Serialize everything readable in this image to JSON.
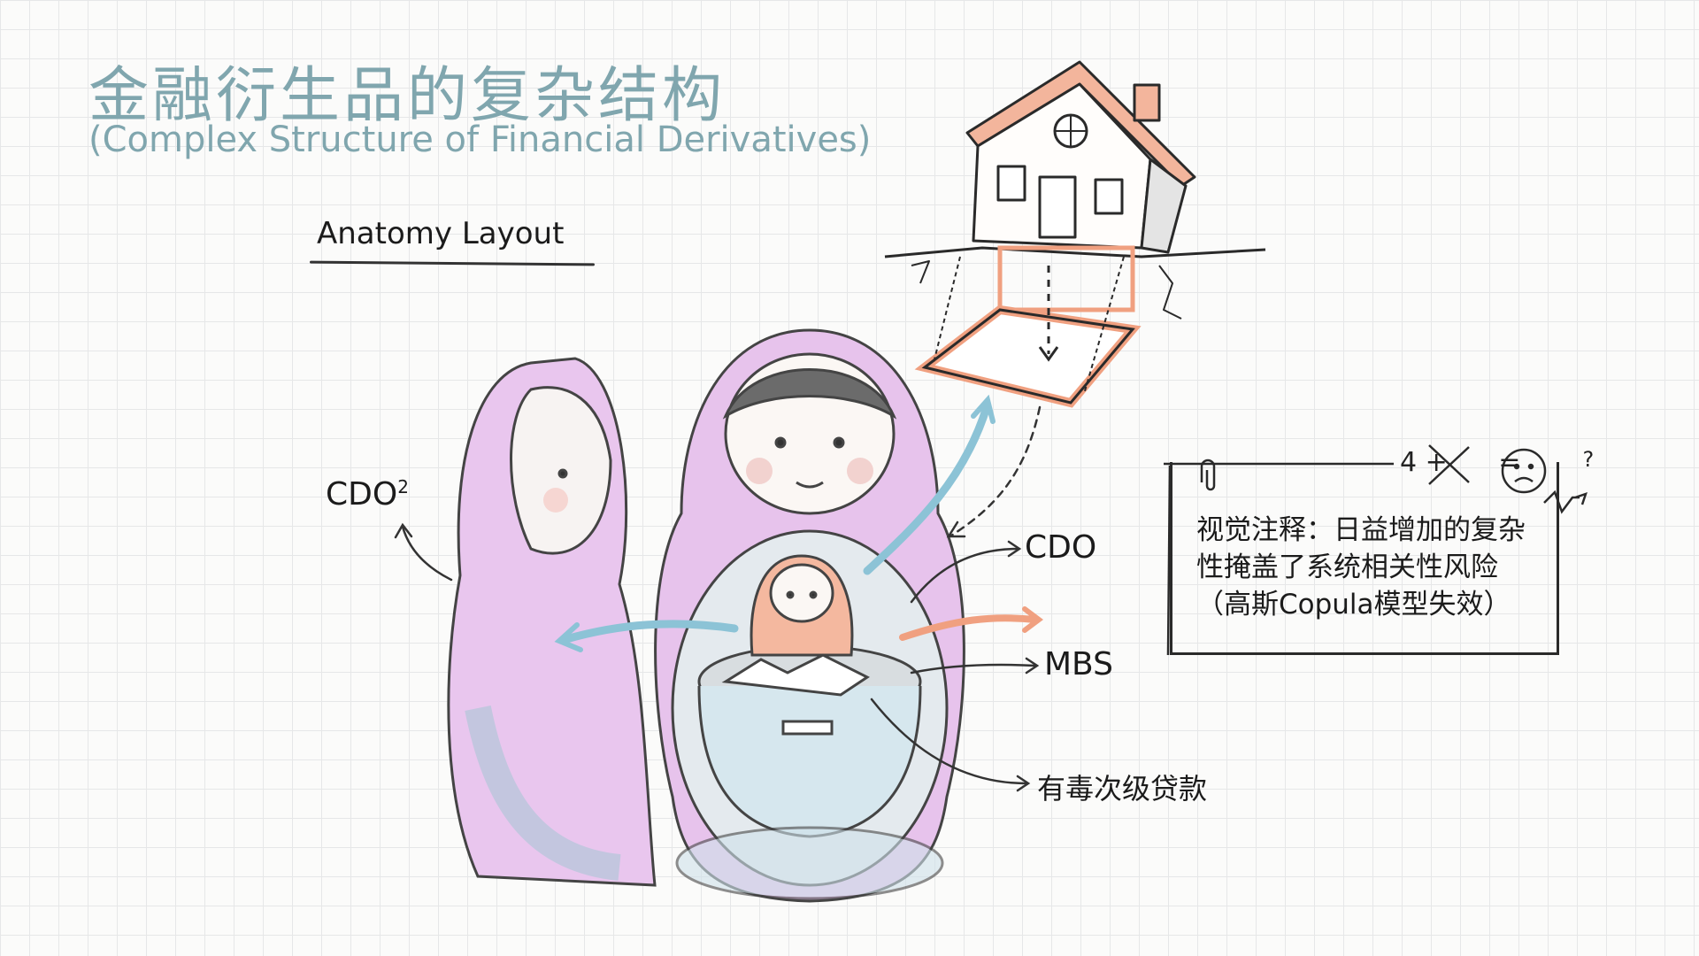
{
  "title": {
    "chinese": "金融衍生品的复杂结构",
    "english": "(Complex Structure of Financial Derivatives)"
  },
  "section_heading": "Anatomy Layout",
  "labels": {
    "cdo_squared": "CDO",
    "cdo_squared_superscript": "2",
    "cdo": "CDO",
    "mbs": "MBS",
    "toxic_subprime_loans": "有毒次级贷款"
  },
  "note": {
    "equation": "4 + ",
    "equation_equals": "=",
    "equation_question": "?",
    "text": "视觉注释：日益增加的复杂性掩盖了系统相关性风险（高斯Copula模型失效）"
  },
  "colors": {
    "title": "#80a6ae",
    "doll_pink": "#d9a6e0",
    "accent_orange": "#f0a080",
    "arrow_blue": "#8cc3d6",
    "ink": "#1b1b1b"
  }
}
